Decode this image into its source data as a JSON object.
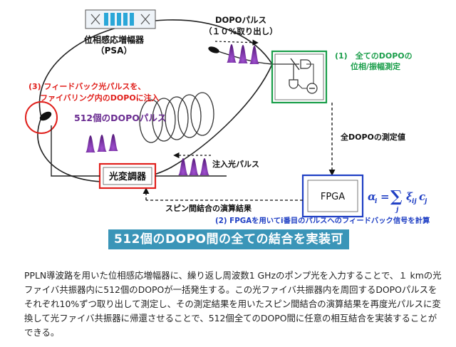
{
  "psa": {
    "label": "位相感応増幅器",
    "sub": "（PSA）"
  },
  "extract": {
    "label": "DOPOパルス",
    "sub": "（１０%取り出し）"
  },
  "step1": {
    "label": "(1)　全てのDOPOの",
    "sub": "位相/振幅測定"
  },
  "step3": {
    "label": "(3) フィードバック光パルスを、",
    "sub": "ファイバリング内のDOPOに注入"
  },
  "pulses512": "512個のDOPOパルス",
  "allMeasured": "全DOPOの測定値",
  "injection": "注入光パルス",
  "modulator": "光変調器",
  "fpga": "FPGA",
  "spinCalc": "スピン間結合の演算結果",
  "step2": "(2) FPGAを用いてi番目のパルスへのフィードバック信号を計算",
  "banner": "512個のDOPO間の全ての結合を実装可能",
  "caption": "PPLN導波路を用いた位相感応増幅器に、繰り返し周波数1 GHzのポンプ光を入力することで、１ kmの光ファイバ共振器内に512個のDOPOが一括発生する。この光ファイバ共振器内を周回するDOPOパルスをそれぞれ10%ずつ取り出して測定し、その測定結果を用いたスピン間結合の演算結果を再度光パルスに変換して光ファイバ共振器に帰還させることで、512個全てのDOPO間に任意の相互結合を実装することができる。",
  "colors": {
    "purple": "#6a2c91",
    "red": "#e0201c",
    "green": "#1a9e4a",
    "blue": "#1f3fc4",
    "cyan": "#3a95b8"
  }
}
